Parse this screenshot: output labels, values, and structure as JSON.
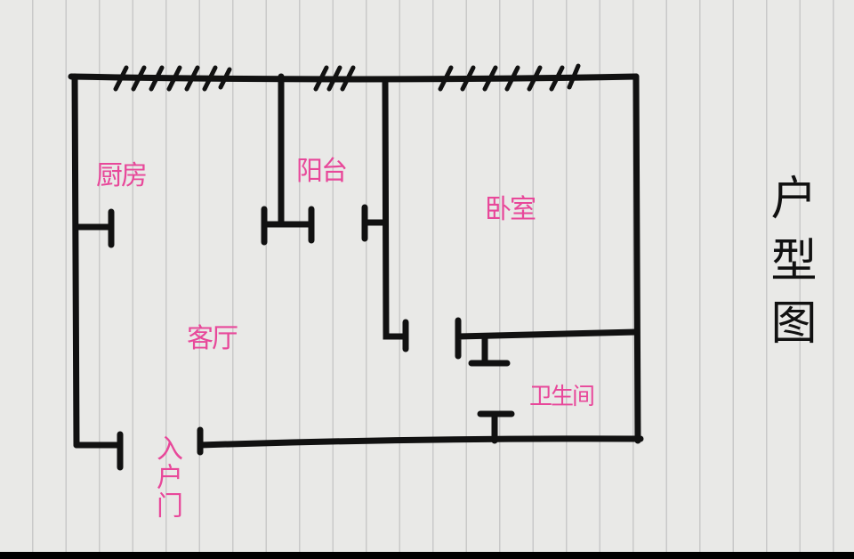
{
  "title": "户型图",
  "rooms": {
    "kitchen": "厨房",
    "balcony": "阳台",
    "bedroom": "卧室",
    "living_room": "客厅",
    "bathroom": "卫生间",
    "entrance": "入户门"
  },
  "colors": {
    "label": "#e8489a",
    "wall": "#111111",
    "paper": "#e9e9e7"
  }
}
